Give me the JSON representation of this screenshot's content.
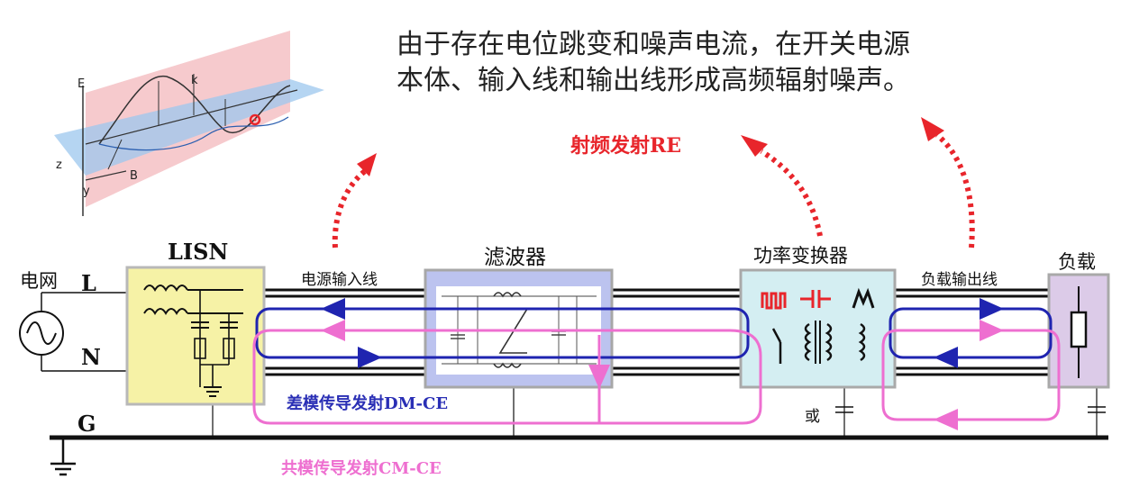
{
  "heading": {
    "line1": "由于存在电位跳变和噪声电流，在开关电源",
    "line2": "本体、输入线和输出线形成高频辐射噪声。"
  },
  "radiation_label": "射频发射RE",
  "wave_inset": {
    "e_axis": "E",
    "k_axis": "k",
    "b_axis": "B",
    "z_axis": "z",
    "y_axis": "y"
  },
  "blocks": {
    "grid": "电网",
    "lisn": "LISN",
    "filter": "滤波器",
    "converter": "功率变换器",
    "load": "负载"
  },
  "lines": {
    "input_line": "电源输入线",
    "output_line": "负载输出线",
    "L": "L",
    "N": "N",
    "G": "G",
    "or": "或"
  },
  "emissions": {
    "dm": "差模传导发射DM-CE",
    "cm": "共模传导发射CM-CE"
  },
  "colors": {
    "radiation": "#e8252b",
    "dm_loop": "#1f24b0",
    "cm_loop": "#ee6fd0",
    "lisn_fill": "#f6f2a6",
    "filter_fill": "#bcc3ef",
    "converter_fill": "#d4eef2",
    "load_fill": "#dccbe8"
  }
}
